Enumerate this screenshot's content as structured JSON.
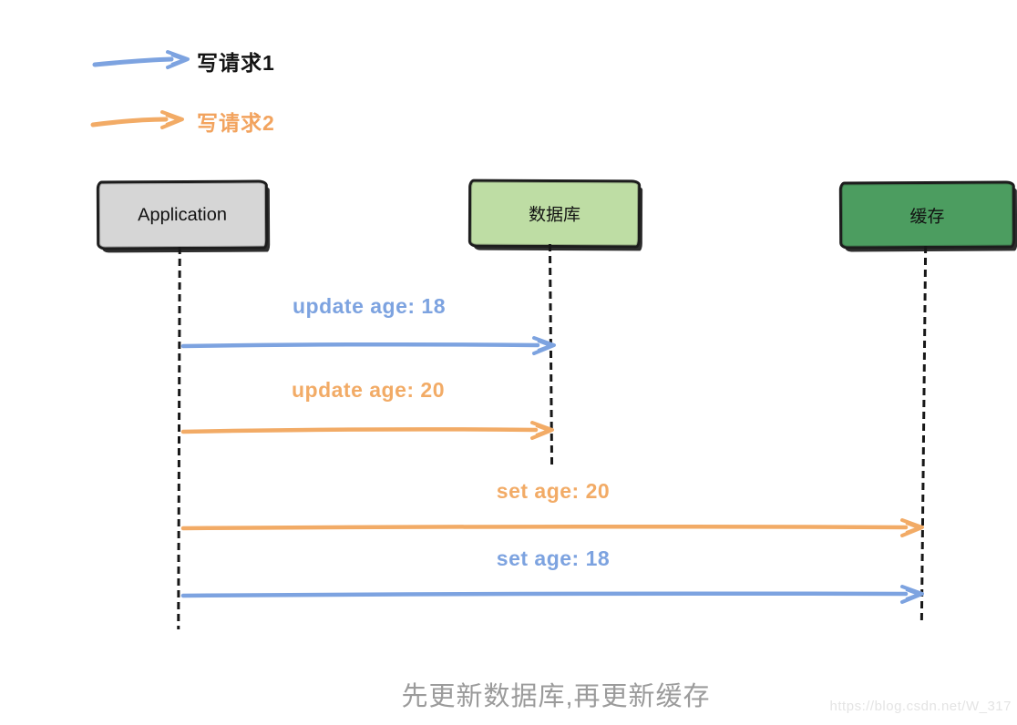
{
  "colors": {
    "blue": "#7da3e0",
    "orange": "#f2ab66",
    "app_fill": "#d6d6d6",
    "db_fill": "#bedda4",
    "cache_fill": "#4c9d60",
    "line_black": "#1d1d1d",
    "caption_gray": "#9b9b9b",
    "watermark_gray": "#e4e4e4"
  },
  "legend": {
    "items": [
      {
        "label": "写请求1",
        "arrow_color": "#7da3e0",
        "label_color": "#141414"
      },
      {
        "label": "写请求2",
        "arrow_color": "#f2ab66",
        "label_color": "#f2a35e"
      }
    ]
  },
  "actors": [
    {
      "name": "Application",
      "fill": "#d6d6d6"
    },
    {
      "name": "数据库",
      "fill": "#bedda4"
    },
    {
      "name": "缓存",
      "fill": "#4c9d60"
    }
  ],
  "messages": [
    {
      "label": "update age: 18",
      "from": "Application",
      "to": "数据库",
      "color": "#7da3e0",
      "request": "写请求1"
    },
    {
      "label": "update age: 20",
      "from": "Application",
      "to": "数据库",
      "color": "#f2ab66",
      "request": "写请求2"
    },
    {
      "label": "set age: 20",
      "from": "Application",
      "to": "缓存",
      "color": "#f2ab66",
      "request": "写请求2"
    },
    {
      "label": "set age: 18",
      "from": "Application",
      "to": "缓存",
      "color": "#7da3e0",
      "request": "写请求1"
    }
  ],
  "caption": "先更新数据库,再更新缓存",
  "watermark": "https://blog.csdn.net/W_317"
}
